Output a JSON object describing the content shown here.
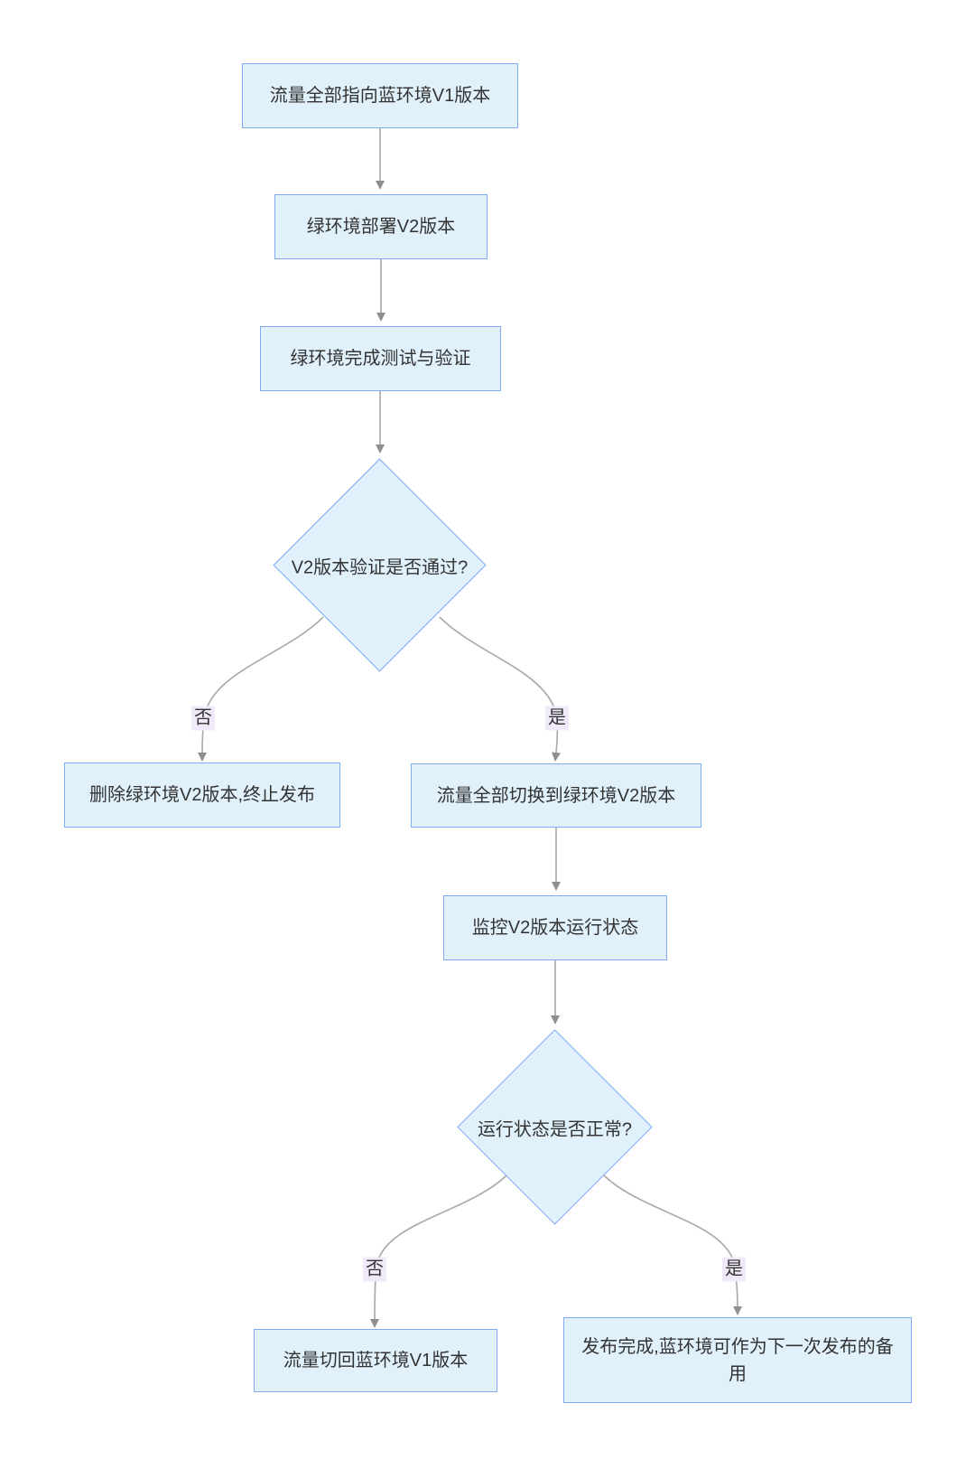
{
  "diagram": {
    "type": "flowchart",
    "direction": "top-down",
    "nodes": {
      "n1": {
        "shape": "rect",
        "label": "流量全部指向蓝环境V1版本"
      },
      "n2": {
        "shape": "rect",
        "label": "绿环境部署V2版本"
      },
      "n3": {
        "shape": "rect",
        "label": "绿环境完成测试与验证"
      },
      "d1": {
        "shape": "diamond",
        "label": "V2版本验证是否通过?"
      },
      "n4": {
        "shape": "rect",
        "label": "删除绿环境V2版本,终止发布"
      },
      "n5": {
        "shape": "rect",
        "label": "流量全部切换到绿环境V2版本"
      },
      "n6": {
        "shape": "rect",
        "label": "监控V2版本运行状态"
      },
      "d2": {
        "shape": "diamond",
        "label": "运行状态是否正常?"
      },
      "n7": {
        "shape": "rect",
        "label": "流量切回蓝环境V1版本"
      },
      "n8": {
        "shape": "rect",
        "label": "发布完成,蓝环境可作为下一次发布的备用"
      }
    },
    "edges": [
      {
        "from": "n1",
        "to": "n2",
        "label": ""
      },
      {
        "from": "n2",
        "to": "n3",
        "label": ""
      },
      {
        "from": "n3",
        "to": "d1",
        "label": ""
      },
      {
        "from": "d1",
        "to": "n4",
        "label": "否"
      },
      {
        "from": "d1",
        "to": "n5",
        "label": "是"
      },
      {
        "from": "n5",
        "to": "n6",
        "label": ""
      },
      {
        "from": "n6",
        "to": "d2",
        "label": ""
      },
      {
        "from": "d2",
        "to": "n7",
        "label": "否"
      },
      {
        "from": "d2",
        "to": "n8",
        "label": "是"
      }
    ],
    "colors": {
      "node_fill": "#e1f1fc",
      "node_stroke": "#7fa9f3",
      "edge_stroke": "#ababab",
      "arrowhead": "#8f8f8f",
      "edge_label_bg": "#efe9f9",
      "text": "#333333",
      "background": "#ffffff"
    }
  }
}
